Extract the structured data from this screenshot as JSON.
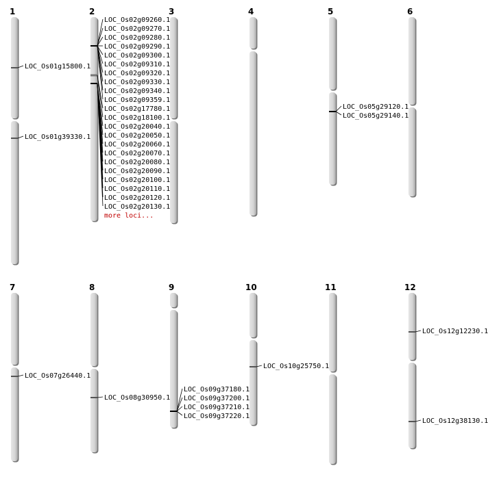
{
  "title": "Chromosome map",
  "chromosomes": [
    {
      "name": "1",
      "loci": [
        "LOC_Os01g15800.1",
        "LOC_Os01g39330.1"
      ]
    },
    {
      "name": "2",
      "loci": [
        "LOC_Os02g09260.1",
        "LOC_Os02g09270.1",
        "LOC_Os02g09280.1",
        "LOC_Os02g09290.1",
        "LOC_Os02g09300.1",
        "LOC_Os02g09310.1",
        "LOC_Os02g09320.1",
        "LOC_Os02g09330.1",
        "LOC_Os02g09340.1",
        "LOC_Os02g09359.1",
        "LOC_Os02g17780.1",
        "LOC_Os02g18100.1",
        "LOC_Os02g20040.1",
        "LOC_Os02g20050.1",
        "LOC_Os02g20060.1",
        "LOC_Os02g20070.1",
        "LOC_Os02g20080.1",
        "LOC_Os02g20090.1",
        "LOC_Os02g20100.1",
        "LOC_Os02g20110.1",
        "LOC_Os02g20120.1",
        "LOC_Os02g20130.1"
      ],
      "more": "more loci..."
    },
    {
      "name": "3",
      "loci": []
    },
    {
      "name": "4",
      "loci": []
    },
    {
      "name": "5",
      "loci": [
        "LOC_Os05g29120.1",
        "LOC_Os05g29140.1"
      ]
    },
    {
      "name": "6",
      "loci": []
    },
    {
      "name": "7",
      "loci": [
        "LOC_Os07g26440.1"
      ]
    },
    {
      "name": "8",
      "loci": [
        "LOC_Os08g30950.1"
      ]
    },
    {
      "name": "9",
      "loci": [
        "LOC_Os09g37180.1",
        "LOC_Os09g37200.1",
        "LOC_Os09g37210.1",
        "LOC_Os09g37220.1"
      ]
    },
    {
      "name": "10",
      "loci": [
        "LOC_Os10g25750.1"
      ]
    },
    {
      "name": "11",
      "loci": []
    },
    {
      "name": "12",
      "loci": [
        "LOC_Os12g12230.1",
        "LOC_Os12g38130.1"
      ]
    }
  ],
  "colors": {
    "chromosome": "#d4d4d4",
    "more_link": "#c00000"
  }
}
